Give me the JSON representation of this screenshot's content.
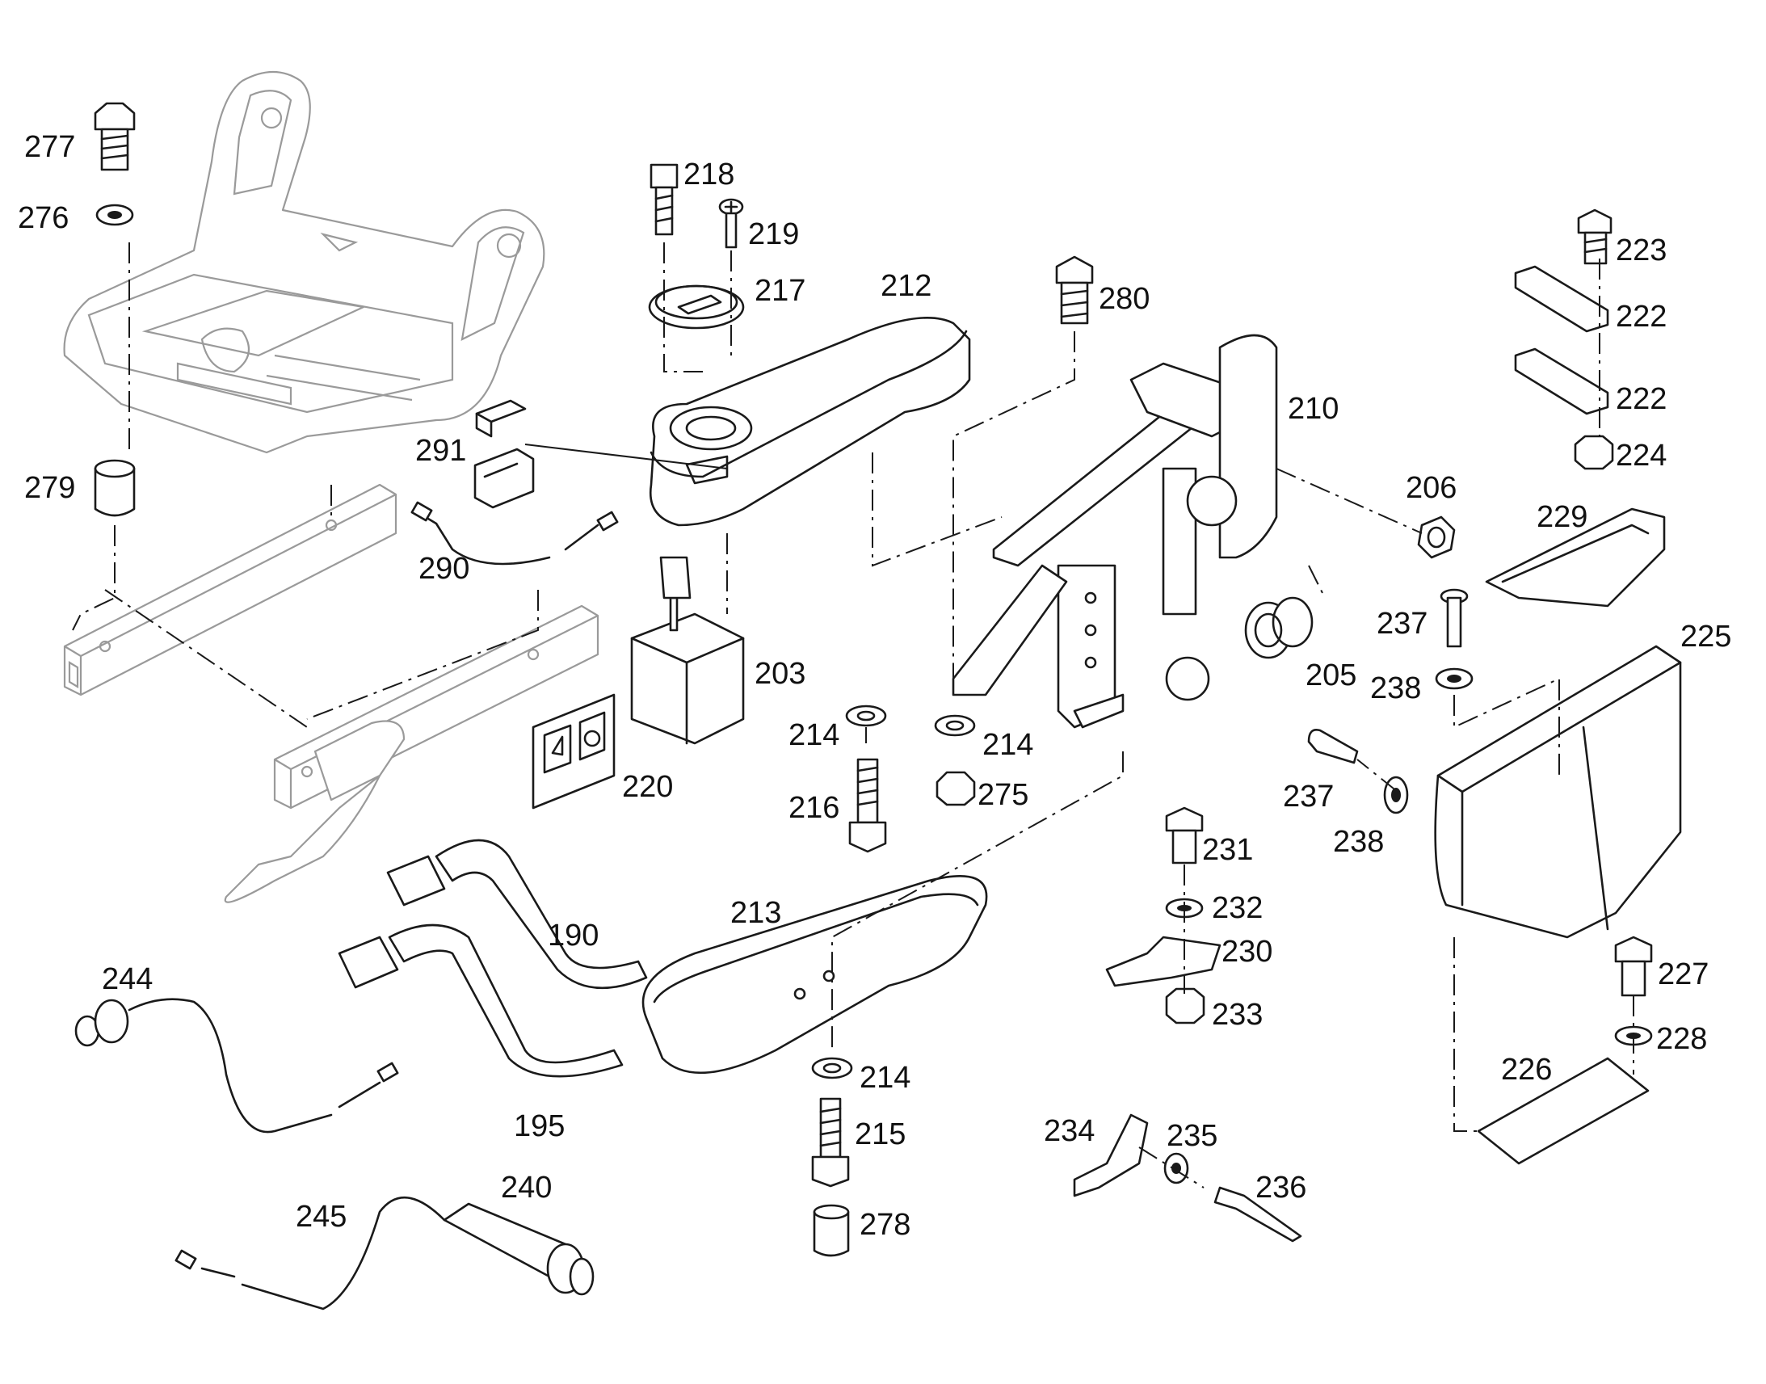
{
  "labels": {
    "l277": "277",
    "l276": "276",
    "l279": "279",
    "l218": "218",
    "l219": "219",
    "l217": "217",
    "l212": "212",
    "l280": "280",
    "l223": "223",
    "l222a": "222",
    "l222b": "222",
    "l224": "224",
    "l210": "210",
    "l291": "291",
    "l290": "290",
    "l206": "206",
    "l229": "229",
    "l203": "203",
    "l237a": "237",
    "l225": "225",
    "l205": "205",
    "l238a": "238",
    "l214a": "214",
    "l214b": "214",
    "l220": "220",
    "l216": "216",
    "l275": "275",
    "l237b": "237",
    "l238b": "238",
    "l231": "231",
    "l232": "232",
    "l213": "213",
    "l190": "190",
    "l230": "230",
    "l244": "244",
    "l227": "227",
    "l233": "233",
    "l228": "228",
    "l226": "226",
    "l214c": "214",
    "l195": "195",
    "l234": "234",
    "l235": "235",
    "l215": "215",
    "l240": "240",
    "l236": "236",
    "l245": "245",
    "l278": "278"
  },
  "parts": {
    "seat_frame": "seat-frame-icon",
    "seat_rail": "seat-rail-icon",
    "armrest": "armrest-icon",
    "console_bracket": "console-bracket-icon",
    "storage_box": "storage-box-icon",
    "joystick": "joystick-icon"
  }
}
